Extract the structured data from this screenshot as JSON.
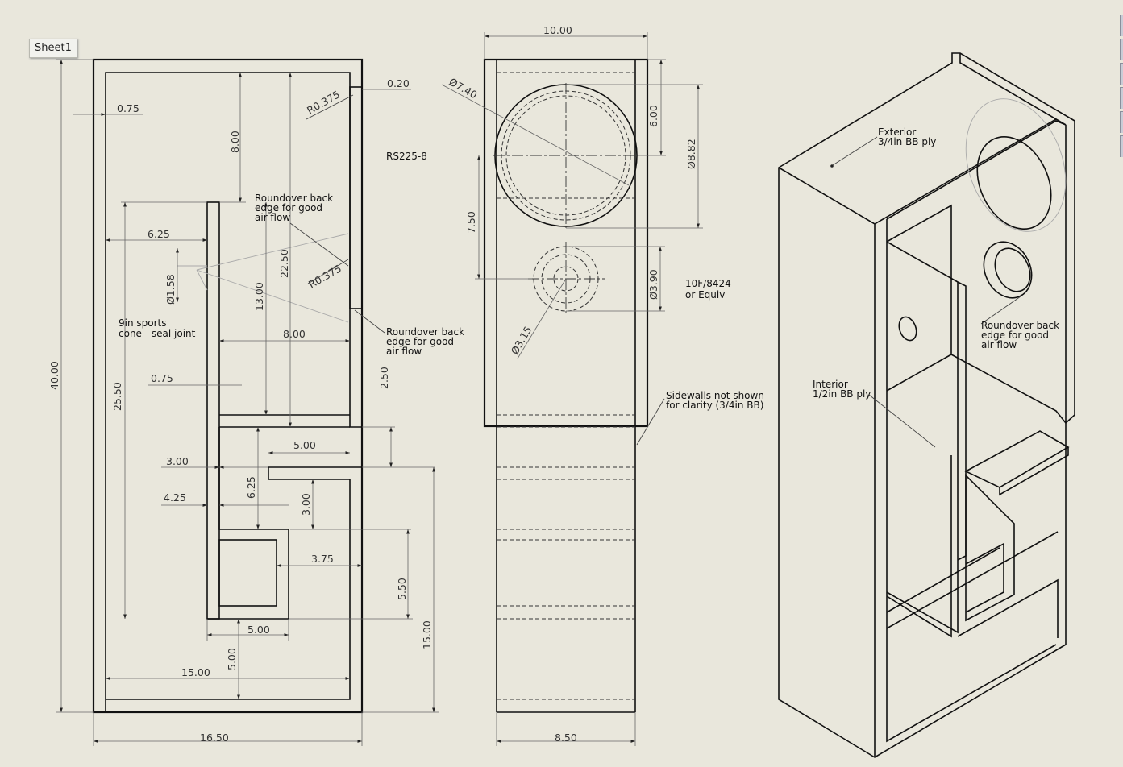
{
  "sheet_tab": {
    "label": "Sheet1"
  },
  "side_view": {
    "dimensions": {
      "wall_thickness_top": "0.75",
      "driver_slot_depth": "0.20",
      "upper_height": "8.00",
      "upper_roundover": "R0.375",
      "chamber_width": "6.25",
      "port_dia": "Ø1.58",
      "cone_section": "13.00",
      "port_length": "22.50",
      "lower_roundover": "R0.375",
      "baffle_width": "8.00",
      "wall_thickness_mid": "0.75",
      "line_length": "25.50",
      "total_height": "40.00",
      "gap": "2.50",
      "port_inset": "5.00",
      "step_a": "3.00",
      "lower_chamber": "6.25",
      "shelf_gap": "3.00",
      "step_b": "4.25",
      "box_width": "3.75",
      "box_height": "5.50",
      "box_bottom": "5.00",
      "lower_height": "15.00",
      "base_width": "15.00",
      "base_gap": "5.00",
      "overall_depth": "16.50"
    },
    "notes": {
      "model": "RS225-8",
      "roundover_upper": [
        "Roundover back",
        "edge for good",
        "air flow"
      ],
      "roundover_lower": [
        "Roundover back",
        "edge for good",
        "air flow"
      ],
      "cone": [
        "9in sports",
        "cone - seal joint"
      ]
    }
  },
  "front_view": {
    "dimensions": {
      "width_top": "10.00",
      "woofer_cutout": "Ø7.40",
      "woofer_offset": "6.00",
      "woofer_outer": "Ø8.82",
      "center_spacing": "7.50",
      "tweeter_outer": "Ø3.90",
      "tweeter_cutout": "Ø3.15",
      "base_width": "8.50"
    },
    "notes": {
      "tweeter_model": [
        "10F/8424",
        "or Equiv"
      ],
      "sidewalls": [
        "Sidewalls not shown",
        "for clarity (3/4in BB)"
      ]
    }
  },
  "iso_view": {
    "notes": {
      "exterior": [
        "Exterior",
        "3/4in BB ply"
      ],
      "interior": [
        "Interior",
        "1/2in BB ply"
      ],
      "roundover": [
        "Roundover back",
        "edge for good",
        "air flow"
      ]
    }
  }
}
